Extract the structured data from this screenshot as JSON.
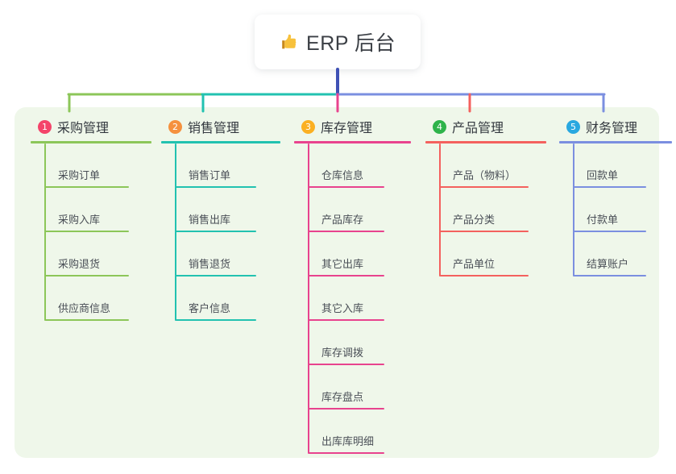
{
  "title": {
    "icon": "thumbs-up-icon",
    "text": "ERP 后台"
  },
  "colors": {
    "panel_bg": "#EFF7EA",
    "page_bg": "#FFFFFF",
    "title_text": "#3B3F45",
    "root_stem": "#3F51B5"
  },
  "columns": [
    {
      "number": "1",
      "label": "采购管理",
      "badge_color": "#F4446A",
      "line_color": "#8CC659",
      "items": [
        {
          "label": "采购订单"
        },
        {
          "label": "采购入库"
        },
        {
          "label": "采购退货"
        },
        {
          "label": "供应商信息"
        }
      ]
    },
    {
      "number": "2",
      "label": "销售管理",
      "badge_color": "#F5913E",
      "line_color": "#22C2B0",
      "items": [
        {
          "label": "销售订单"
        },
        {
          "label": "销售出库"
        },
        {
          "label": "销售退货"
        },
        {
          "label": "客户信息"
        }
      ]
    },
    {
      "number": "3",
      "label": "库存管理",
      "badge_color": "#FBB022",
      "line_color": "#E8438E",
      "items": [
        {
          "label": "仓库信息"
        },
        {
          "label": "产品库存"
        },
        {
          "label": "其它出库"
        },
        {
          "label": "其它入库"
        },
        {
          "label": "库存调拨"
        },
        {
          "label": "库存盘点"
        },
        {
          "label": "出库库明细"
        }
      ]
    },
    {
      "number": "4",
      "label": "产品管理",
      "badge_color": "#2EB34A",
      "line_color": "#F4615E",
      "items": [
        {
          "label": "产品（物料）"
        },
        {
          "label": "产品分类"
        },
        {
          "label": "产品单位"
        }
      ]
    },
    {
      "number": "5",
      "label": "财务管理",
      "badge_color": "#29A8E0",
      "line_color": "#7B8FE0",
      "items": [
        {
          "label": "回款单"
        },
        {
          "label": "付款单"
        },
        {
          "label": "结算账户"
        }
      ]
    }
  ]
}
